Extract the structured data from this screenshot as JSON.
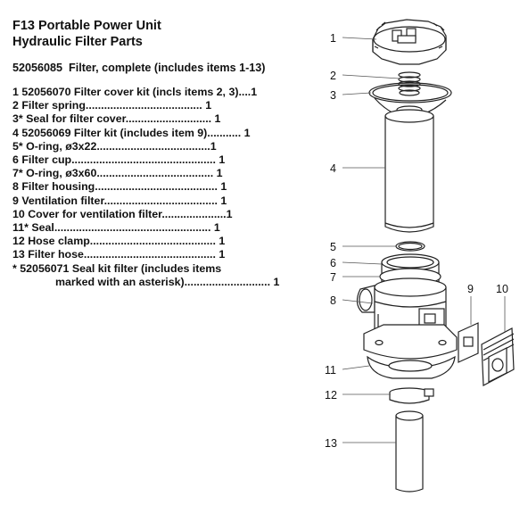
{
  "header": {
    "title": "F13 Portable Power Unit",
    "subtitle": "Hydraulic Filter Parts"
  },
  "complete_line": "52056085  Filter, complete (includes items 1-13)",
  "parts": [
    "1 52056070 Filter cover kit (incls items 2, 3)....1",
    "2 Filter spring...................................... 1",
    "3* Seal for filter cover............................ 1",
    "4 52056069 Filter kit (includes item 9)........... 1",
    "5* O-ring, ø3x22.....................................1",
    "6 Filter cup............................................... 1",
    "7* O-ring, ø3x60...................................... 1",
    "8 Filter housing........................................ 1",
    "9 Ventilation filter..................................... 1",
    "10 Cover for ventilation filter.....................1",
    "11* Seal................................................... 1",
    "12 Hose clamp......................................... 1",
    "13 Filter hose........................................... 1",
    "* 52056071 Seal kit filter (includes items",
    "marked with an asterisk)............................ 1"
  ],
  "callouts": [
    "1",
    "2",
    "3",
    "4",
    "5",
    "6",
    "7",
    "8",
    "9",
    "10",
    "11",
    "12",
    "13"
  ]
}
